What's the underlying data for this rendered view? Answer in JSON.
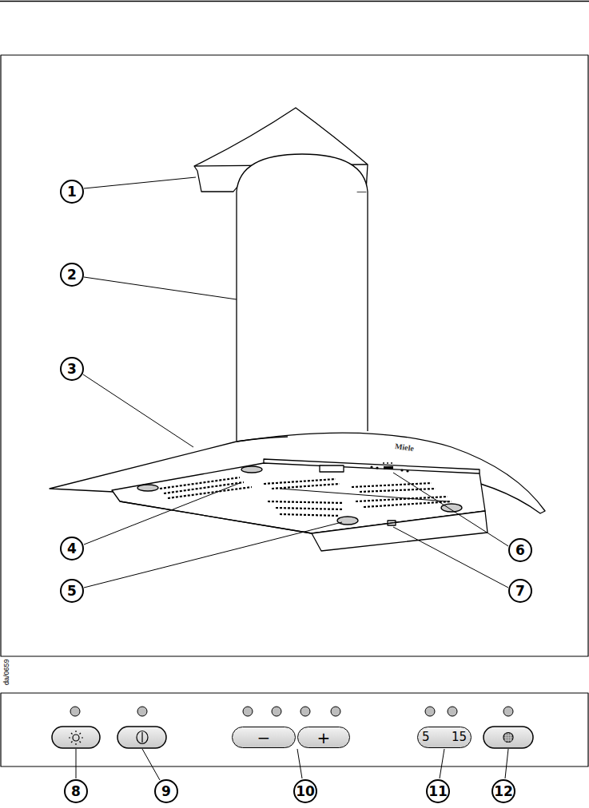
{
  "diagram": {
    "nodes": [
      {
        "text": [
          "−"
        ]
      },
      {
        "text": [
          "+"
        ]
      },
      {
        "text": [
          "5",
          "15"
        ]
      }
    ],
    "labels": [
      "1",
      "2",
      "3",
      "4",
      "5",
      "6",
      "7",
      "Miele",
      "da/0659",
      "8",
      "9",
      "10",
      "11",
      "12"
    ]
  }
}
